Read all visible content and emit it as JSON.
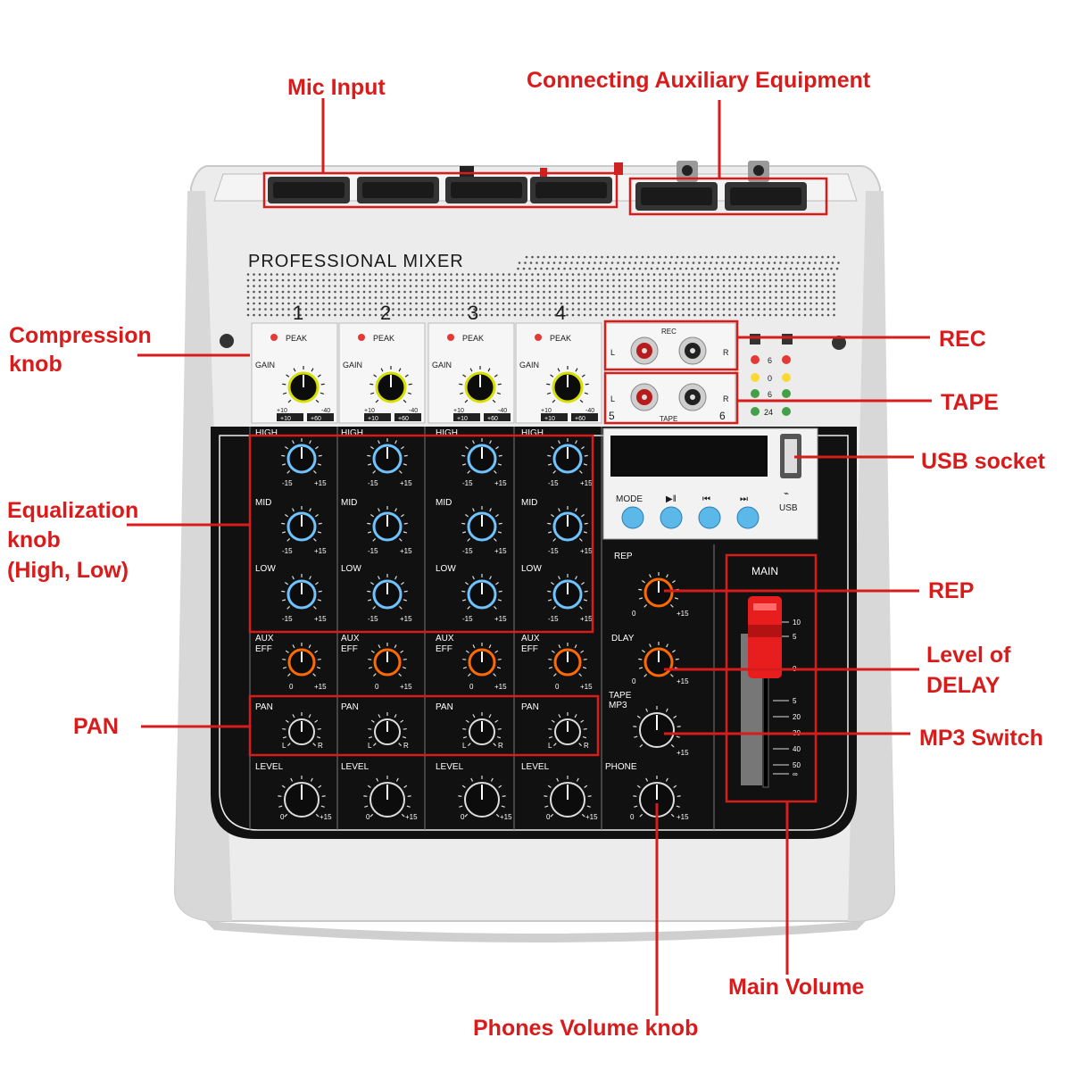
{
  "callouts": {
    "mic_input": "Mic Input",
    "aux_equipment": "Connecting Auxiliary Equipment",
    "compression_1": "Compression",
    "compression_2": "knob",
    "rec": "REC",
    "tape": "TAPE",
    "usb_socket": "USB socket",
    "eq_1": "Equalization",
    "eq_2": "knob",
    "eq_3": "(High, Low)",
    "rep": "REP",
    "delay_1": "Level of",
    "delay_2": "DELAY",
    "pan": "PAN",
    "mp3_switch": "MP3 Switch",
    "main_volume": "Main Volume",
    "phones_volume": "Phones Volume knob"
  },
  "panel": {
    "title": "PROFESSIONAL MIXER",
    "channels": [
      "1",
      "2",
      "3",
      "4"
    ],
    "peak": "PEAK",
    "gain": "GAIN",
    "gain_min": "+10",
    "gain_max": "-40",
    "gain_range_left": "+10",
    "gain_range_right": "+60",
    "high": "HIGH",
    "mid": "MID",
    "low": "LOW",
    "eq_min": "-15",
    "eq_max": "+15",
    "aux": "AUX",
    "eff": "EFF",
    "pan": "PAN",
    "pan_l": "L",
    "pan_r": "R",
    "level": "LEVEL",
    "zero": "0",
    "plus15": "+15",
    "rec": "REC",
    "tape": "TAPE",
    "l": "L",
    "r": "R",
    "five": "5",
    "six": "6",
    "mode": "MODE",
    "usb": "USB",
    "rep": "REP",
    "dlay": "DLAY",
    "tape_mp3_1": "TAPE",
    "tape_mp3_2": "MP3",
    "phone": "PHONE",
    "main": "MAIN",
    "meter_labels": [
      "6",
      "0",
      "6",
      "24"
    ],
    "fader_scale": [
      "10",
      "5",
      "0",
      "5",
      "20",
      "30",
      "40",
      "50",
      "∞"
    ]
  },
  "colors": {
    "callout": "#d81b1b",
    "eq_ring": "#6fc3ff",
    "gain_ring": "#d6e000",
    "aux_ring": "#ff6a00",
    "fader_cap": "#e81e1e",
    "button": "#5bb8e8"
  }
}
